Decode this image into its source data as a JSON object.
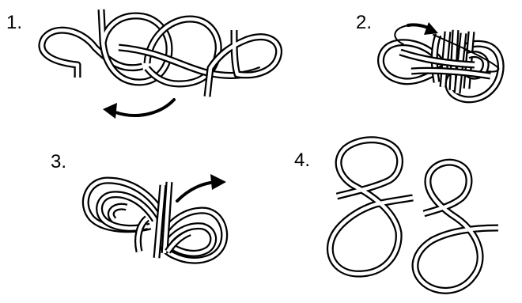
{
  "steps": [
    {
      "label": "1."
    },
    {
      "label": "2."
    },
    {
      "label": "3."
    },
    {
      "label": "4."
    }
  ],
  "colors": {
    "wire_outline": "#000000",
    "wire_fill": "#ffffff",
    "arrow": "#000000",
    "background": "#ffffff"
  },
  "icons": {
    "step1": "puzzle-rings-linked-icon",
    "step2": "puzzle-rings-compressed-icon",
    "step3": "puzzle-rings-nested-icon",
    "step4": "puzzle-rings-separated-icon"
  }
}
